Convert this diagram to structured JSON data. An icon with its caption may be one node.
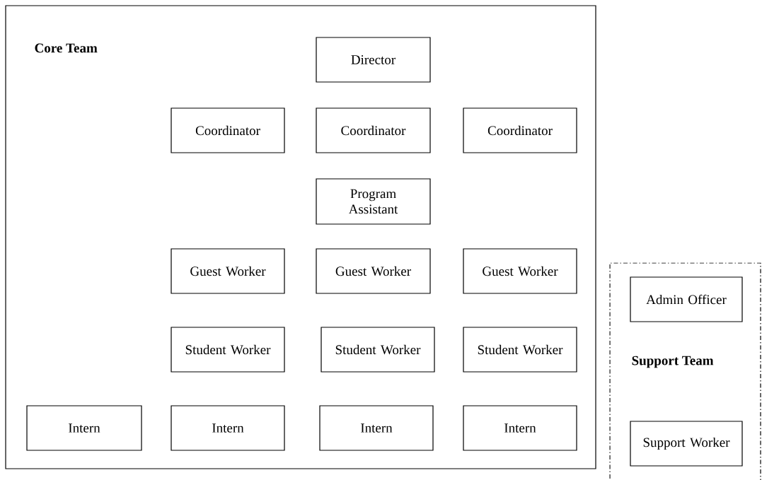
{
  "diagram": {
    "nodes": [
      {
        "text": [
          "Core Team"
        ]
      },
      {
        "text": [
          "Director"
        ],
        "in": 0
      },
      {
        "text": [
          "Coordinator"
        ],
        "in": 0
      },
      {
        "text": [
          "Coordinator"
        ],
        "in": 0
      },
      {
        "text": [
          "Coordinator"
        ],
        "in": 0
      },
      {
        "text": [
          "Program Assistant"
        ],
        "in": 0
      },
      {
        "text": [
          "Guest Worker"
        ],
        "in": 0
      },
      {
        "text": [
          "Guest Worker"
        ],
        "in": 0
      },
      {
        "text": [
          "Guest Worker"
        ],
        "in": 0
      },
      {
        "text": [
          "Student Worker"
        ],
        "in": 0
      },
      {
        "text": [
          "Student Worker"
        ],
        "in": 0
      },
      {
        "text": [
          "Student Worker"
        ],
        "in": 0
      },
      {
        "text": [
          "Intern"
        ],
        "in": 0
      },
      {
        "text": [
          "Intern"
        ],
        "in": 0
      },
      {
        "text": [
          "Intern"
        ],
        "in": 0
      },
      {
        "text": [
          "Intern"
        ],
        "in": 0
      },
      {
        "text": [
          "Support Team"
        ]
      },
      {
        "text": [
          "Admin Officer"
        ],
        "in": 16
      },
      {
        "text": [
          "Support Worker"
        ],
        "in": 16
      }
    ],
    "edges": []
  }
}
